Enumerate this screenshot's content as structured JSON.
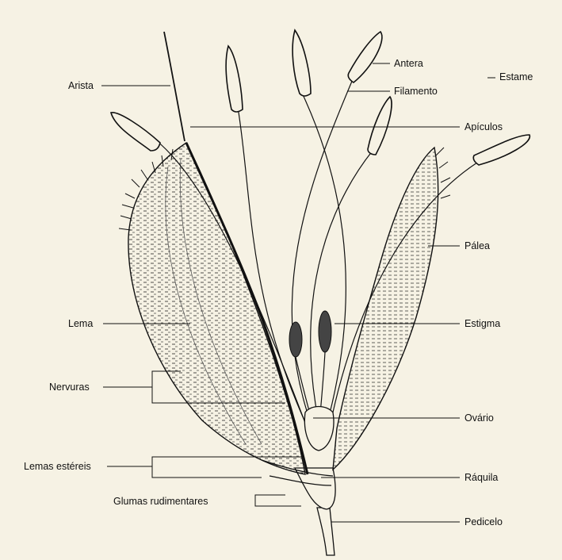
{
  "labels": {
    "arista": "Arista",
    "antera": "Antera",
    "filamento": "Filamento",
    "estame": "Estame",
    "apiculos": "Apículos",
    "palea": "Pálea",
    "lema": "Lema",
    "estigma": "Estigma",
    "nervuras": "Nervuras",
    "ovario": "Ovário",
    "lemas_estereis": "Lemas estéreis",
    "raquila": "Ráquila",
    "glumas_rudimentares": "Glumas rudimentares",
    "pedicelo": "Pedicelo"
  },
  "colors": {
    "paper": "#f6f2e4",
    "ink": "#111111"
  }
}
